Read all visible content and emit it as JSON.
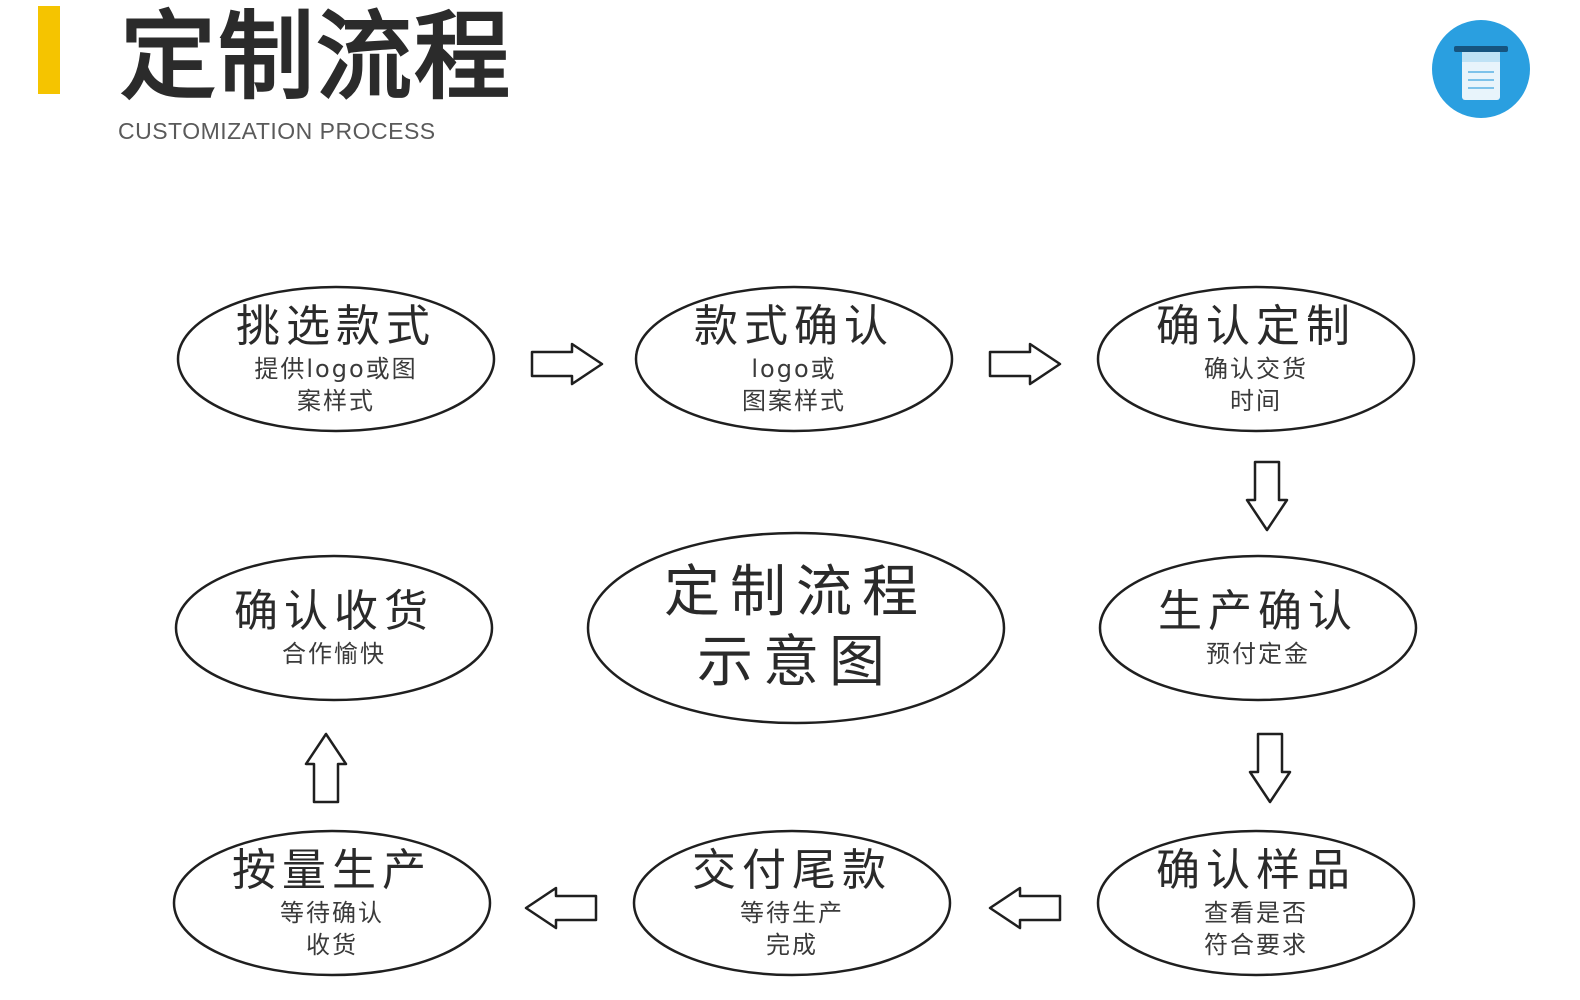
{
  "header": {
    "title": "定制流程",
    "subtitle": "CUSTOMIZATION PROCESS",
    "accent_color": "#f5c400",
    "logo_color": "#2a9fe0",
    "logo_icon": "towel-icon"
  },
  "flow": {
    "center": {
      "line1": "定制流程",
      "line2": "示意图"
    },
    "steps": [
      {
        "title": "挑选款式",
        "sub1": "提供logo或图",
        "sub2": "案样式"
      },
      {
        "title": "款式确认",
        "sub1": "logo或",
        "sub2": "图案样式"
      },
      {
        "title": "确认定制",
        "sub1": "确认交货",
        "sub2": "时间"
      },
      {
        "title": "生产确认",
        "sub1": "预付定金",
        "sub2": ""
      },
      {
        "title": "确认样品",
        "sub1": "查看是否",
        "sub2": "符合要求"
      },
      {
        "title": "交付尾款",
        "sub1": "等待生产",
        "sub2": "完成"
      },
      {
        "title": "按量生产",
        "sub1": "等待确认",
        "sub2": "收货"
      },
      {
        "title": "确认收货",
        "sub1": "合作愉快",
        "sub2": ""
      }
    ]
  }
}
